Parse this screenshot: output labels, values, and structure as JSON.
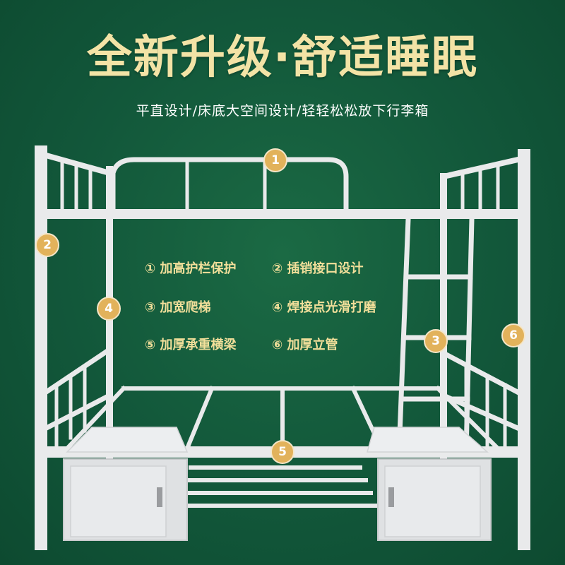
{
  "header": {
    "title": "全新升级·舒适睡眠",
    "subtitle": "平直设计/床底大空间设计/轻轻松松放下行李箱"
  },
  "features": [
    "① 加高护栏保护",
    "② 插销接口设计",
    "③ 加宽爬梯",
    "④ 焊接点光滑打磨",
    "⑤ 加厚承重横梁",
    "⑥ 加厚立管"
  ],
  "badges": [
    "1",
    "2",
    "3",
    "4",
    "5",
    "6"
  ],
  "colors": {
    "background": "#12573a",
    "title": "#f3e3a6",
    "feature_text": "#f2df9a",
    "badge": "#e2b25b",
    "frame": "#e9eaeb"
  }
}
